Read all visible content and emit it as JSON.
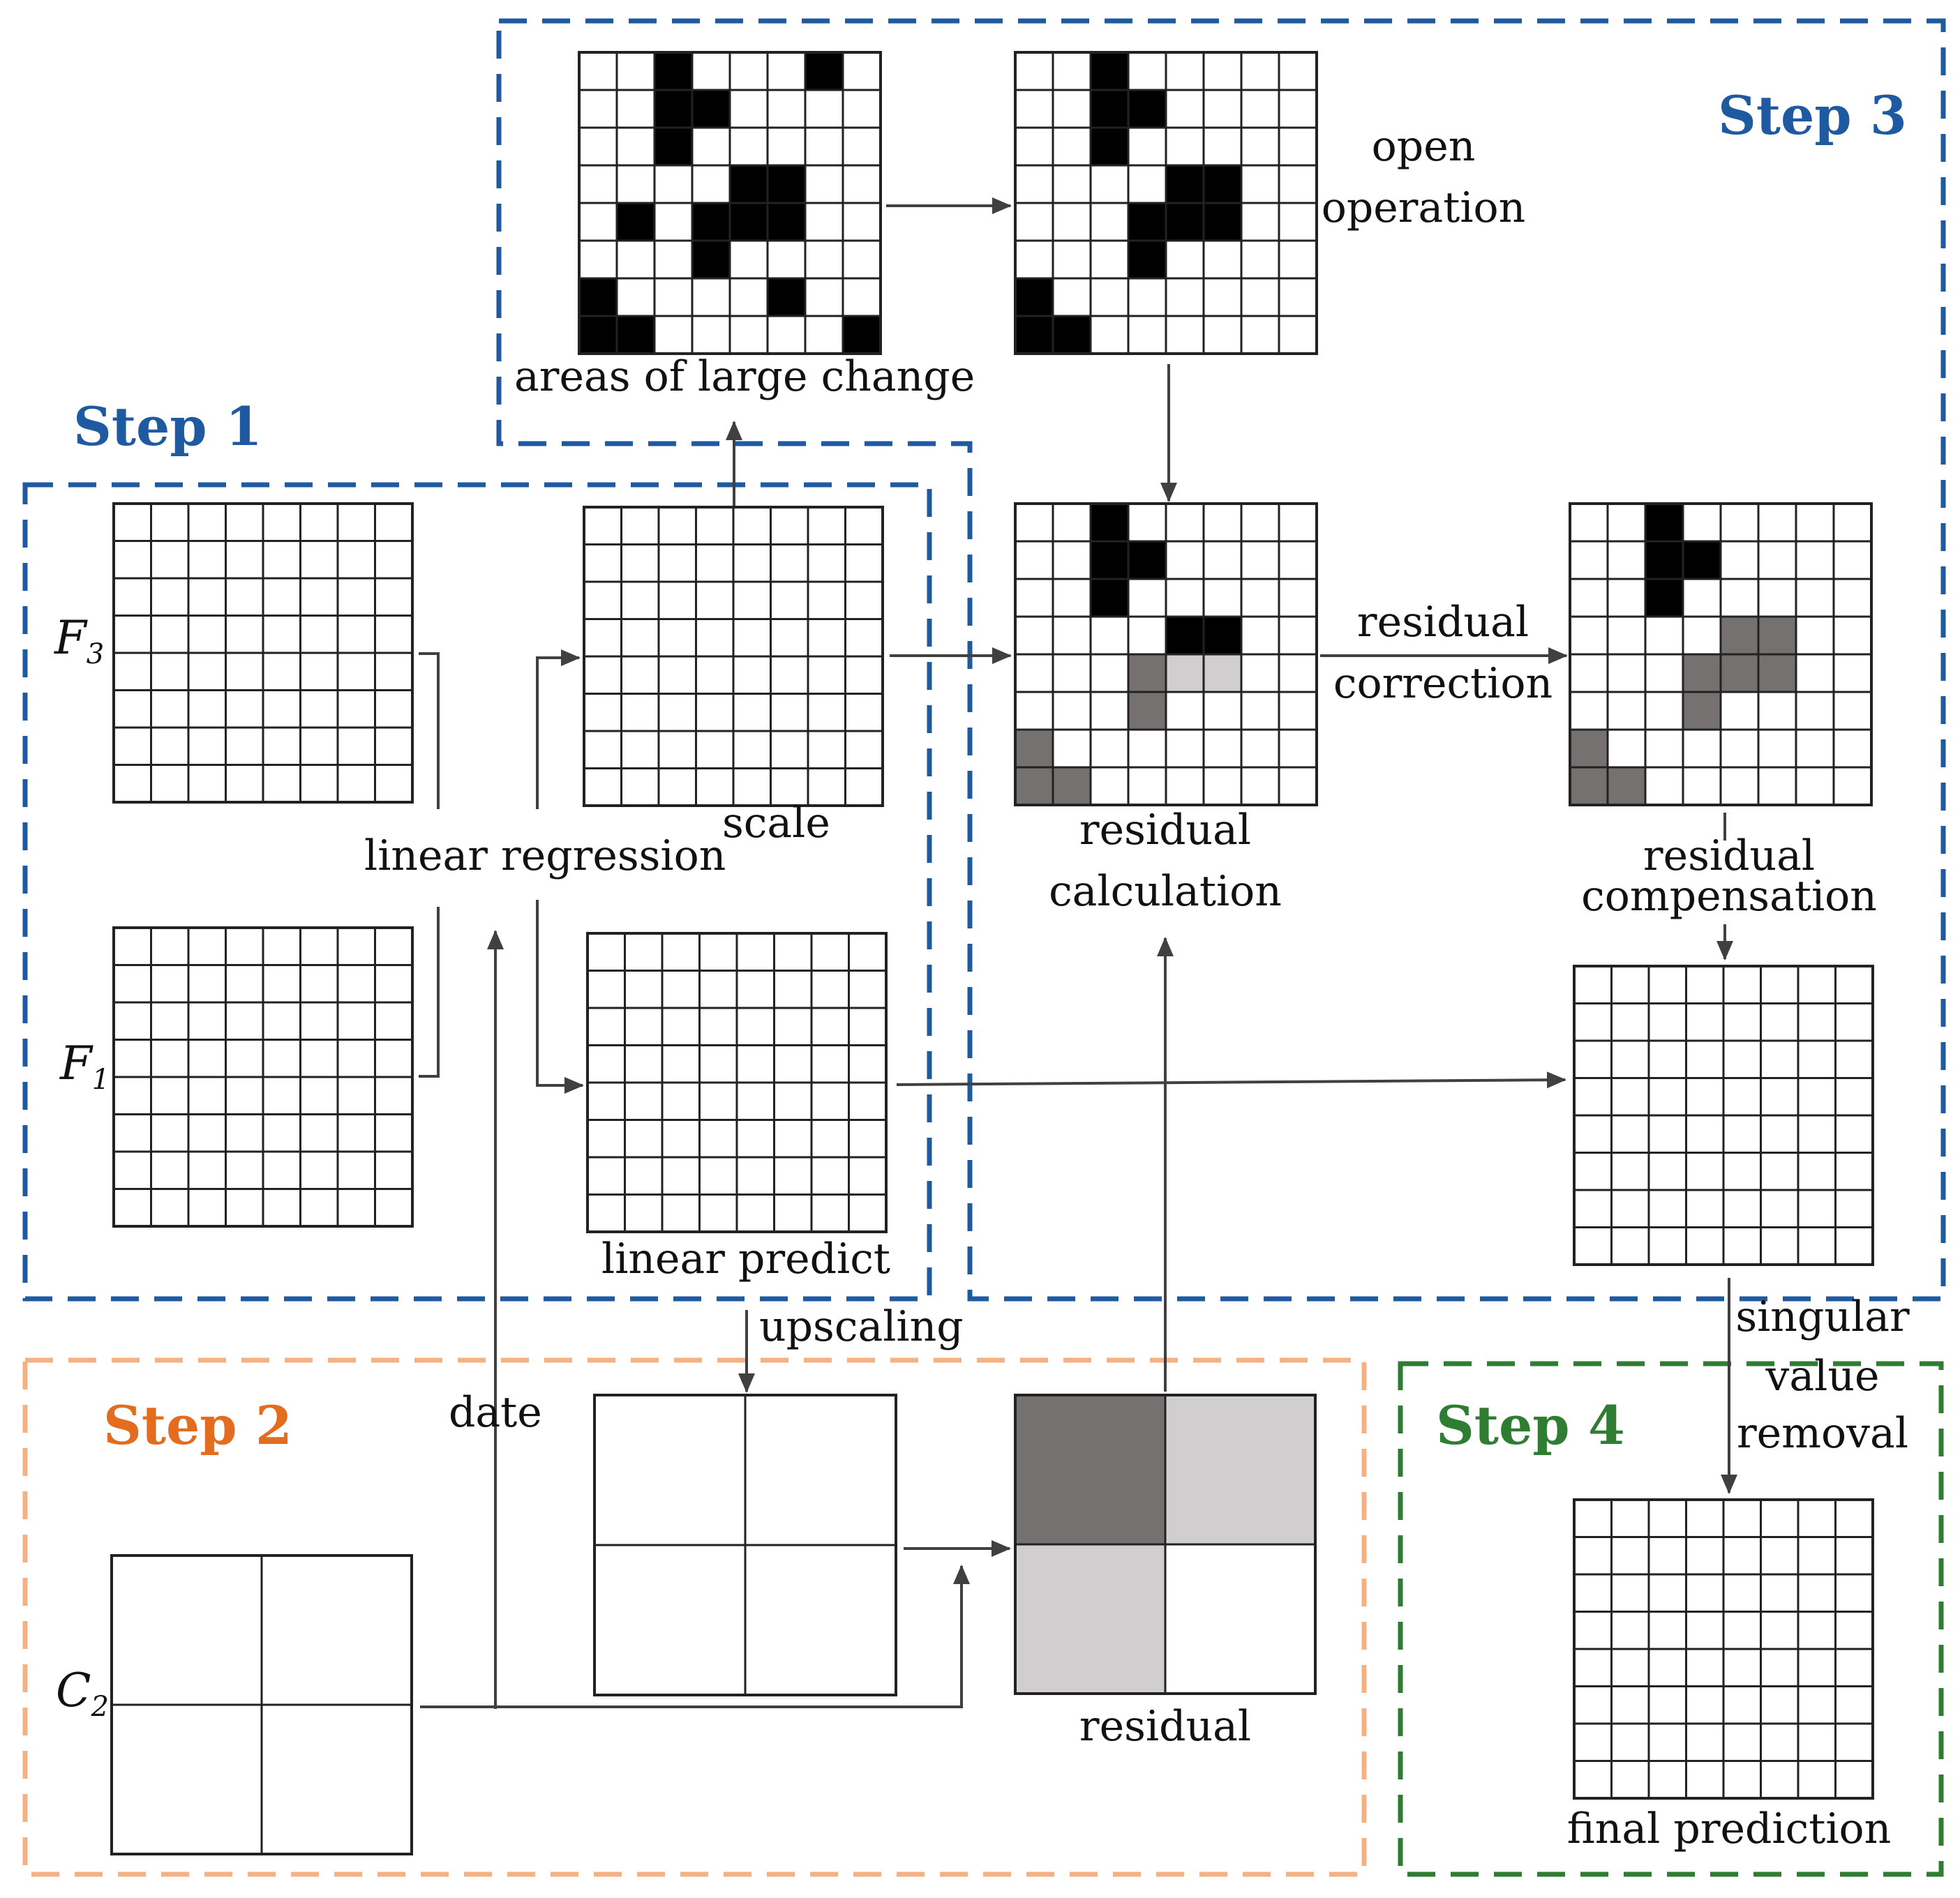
{
  "colors": {
    "step1_border": "#1f5aa0",
    "step2_border": "#f4b183",
    "step3_border": "#1f5aa0",
    "step4_border": "#2e7d32",
    "step1_text": "#1f5aa0",
    "step2_text": "#e36c1e",
    "step3_text": "#1f5aa0",
    "step4_text": "#2e7d32",
    "filled": "#000000",
    "dark_gray": "#767171",
    "light_gray": "#d0cece",
    "grid_line": "#222222",
    "arrow": "#404040"
  },
  "steps": {
    "step1": "Step 1",
    "step2": "Step 2",
    "step3": "Step 3",
    "step4": "Step 4"
  },
  "labels": {
    "f3": "F",
    "f3_sub": "3",
    "f1": "F",
    "f1_sub": "1",
    "c2": "C",
    "c2_sub": "2",
    "linear_regression": "linear regression",
    "scale": "scale",
    "linear_predict": "linear predict",
    "upscaling": "upscaling",
    "date": "date",
    "residual": "residual",
    "areas_of_large_change": "areas of large change",
    "open_line1": "open",
    "open_line2": "operation",
    "residual_calc_line1": "residual",
    "residual_calc_line2": "calculation",
    "residual_corr_line1": "residual",
    "residual_corr_line2": "correction",
    "residual_comp_line1": "residual",
    "residual_comp_line2": "compensation",
    "svr_line1": "singular",
    "svr_line2": "value",
    "svr_line3": "removal",
    "final_prediction": "final prediction"
  },
  "grids": {
    "areas_of_large_change": {
      "rows": 8,
      "cols": 8,
      "cells": [
        [
          0,
          0,
          1,
          0,
          0,
          0,
          1,
          0
        ],
        [
          0,
          0,
          1,
          1,
          0,
          0,
          0,
          0
        ],
        [
          0,
          0,
          1,
          0,
          0,
          0,
          0,
          0
        ],
        [
          0,
          0,
          0,
          0,
          1,
          1,
          0,
          0
        ],
        [
          0,
          1,
          0,
          1,
          1,
          1,
          0,
          0
        ],
        [
          0,
          0,
          0,
          1,
          0,
          0,
          0,
          0
        ],
        [
          1,
          0,
          0,
          0,
          0,
          1,
          0,
          0
        ],
        [
          1,
          1,
          0,
          0,
          0,
          0,
          0,
          1
        ]
      ]
    },
    "open_operation": {
      "rows": 8,
      "cols": 8,
      "cells": [
        [
          0,
          0,
          1,
          0,
          0,
          0,
          0,
          0
        ],
        [
          0,
          0,
          1,
          1,
          0,
          0,
          0,
          0
        ],
        [
          0,
          0,
          1,
          0,
          0,
          0,
          0,
          0
        ],
        [
          0,
          0,
          0,
          0,
          1,
          1,
          0,
          0
        ],
        [
          0,
          0,
          0,
          1,
          1,
          1,
          0,
          0
        ],
        [
          0,
          0,
          0,
          1,
          0,
          0,
          0,
          0
        ],
        [
          1,
          0,
          0,
          0,
          0,
          0,
          0,
          0
        ],
        [
          1,
          1,
          0,
          0,
          0,
          0,
          0,
          0
        ]
      ]
    },
    "residual_calculation": {
      "rows": 8,
      "cols": 8,
      "cells": [
        [
          0,
          0,
          1,
          0,
          0,
          0,
          0,
          0
        ],
        [
          0,
          0,
          1,
          1,
          0,
          0,
          0,
          0
        ],
        [
          0,
          0,
          1,
          0,
          0,
          0,
          0,
          0
        ],
        [
          0,
          0,
          0,
          0,
          1,
          1,
          0,
          0
        ],
        [
          0,
          0,
          0,
          2,
          3,
          3,
          0,
          0
        ],
        [
          0,
          0,
          0,
          2,
          0,
          0,
          0,
          0
        ],
        [
          2,
          0,
          0,
          0,
          0,
          0,
          0,
          0
        ],
        [
          2,
          2,
          0,
          0,
          0,
          0,
          0,
          0
        ]
      ]
    },
    "residual_correction": {
      "rows": 8,
      "cols": 8,
      "cells": [
        [
          0,
          0,
          1,
          0,
          0,
          0,
          0,
          0
        ],
        [
          0,
          0,
          1,
          1,
          0,
          0,
          0,
          0
        ],
        [
          0,
          0,
          1,
          0,
          0,
          0,
          0,
          0
        ],
        [
          0,
          0,
          0,
          0,
          2,
          2,
          0,
          0
        ],
        [
          0,
          0,
          0,
          2,
          2,
          2,
          0,
          0
        ],
        [
          0,
          0,
          0,
          2,
          0,
          0,
          0,
          0
        ],
        [
          2,
          0,
          0,
          0,
          0,
          0,
          0,
          0
        ],
        [
          2,
          2,
          0,
          0,
          0,
          0,
          0,
          0
        ]
      ]
    },
    "residual": {
      "rows": 2,
      "cols": 2,
      "cells": [
        [
          2,
          3
        ],
        [
          3,
          0
        ]
      ]
    }
  }
}
